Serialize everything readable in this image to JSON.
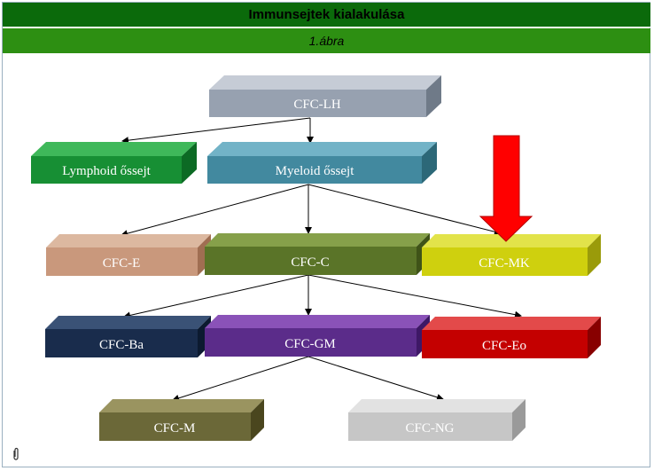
{
  "header": {
    "title": "Immunsejtek kialakulása",
    "subtitle": "1.ábra"
  },
  "colors": {
    "title_bg": "#0b6a0b",
    "subtitle_bg": "#2d8f12",
    "highlight_arrow": "#ff0000"
  },
  "nodes": {
    "cfc_lh": "CFC-LH",
    "lymphoid": "Lymphoid őssejt",
    "myeloid": "Myeloid őssejt",
    "cfc_e": "CFC-E",
    "cfc_c": "CFC-C",
    "cfc_mk": "CFC-MK",
    "cfc_ba": "CFC-Ba",
    "cfc_gm": "CFC-GM",
    "cfc_eo": "CFC-Eo",
    "cfc_m": "CFC-M",
    "cfc_ng": "CFC-NG"
  },
  "icons": {
    "attachment": "paperclip-icon",
    "highlight": "down-arrow-icon"
  }
}
